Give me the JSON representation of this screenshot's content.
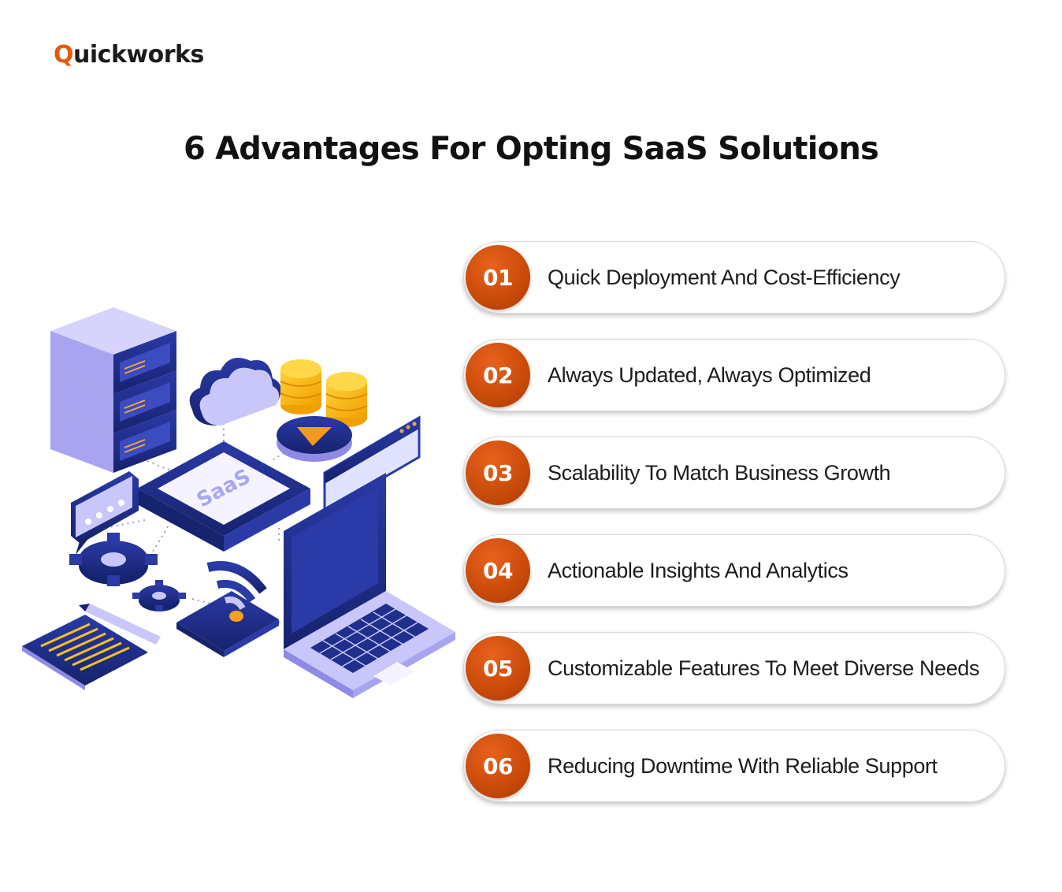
{
  "brand": {
    "first_letter": "Q",
    "rest": "uickworks"
  },
  "headline": "6 Advantages For Opting SaaS Solutions",
  "illustration": {
    "badge_text": "SaaS",
    "icons": [
      "server-stack-icon",
      "cloud-icon",
      "coins-icon",
      "play-disc-icon",
      "chat-bubble-icon",
      "gear-icon",
      "browser-window-icon",
      "laptop-icon",
      "phone-wifi-icon",
      "notepad-icon"
    ]
  },
  "advantages": [
    {
      "number": "01",
      "text": "Quick Deployment And Cost-Efficiency"
    },
    {
      "number": "02",
      "text": "Always Updated, Always Optimized"
    },
    {
      "number": "03",
      "text": "Scalability To Match Business Growth"
    },
    {
      "number": "04",
      "text": "Actionable Insights And Analytics"
    },
    {
      "number": "05",
      "text": "Customizable Features To Meet Diverse Needs"
    },
    {
      "number": "06",
      "text": "Reducing Downtime With Reliable Support"
    }
  ],
  "colors": {
    "accent": "#e8590c",
    "number_badge": "#c94a09",
    "illustration_primary": "#1e2f8c",
    "illustration_light": "#a9a6f0",
    "coin": "#f5b800"
  }
}
